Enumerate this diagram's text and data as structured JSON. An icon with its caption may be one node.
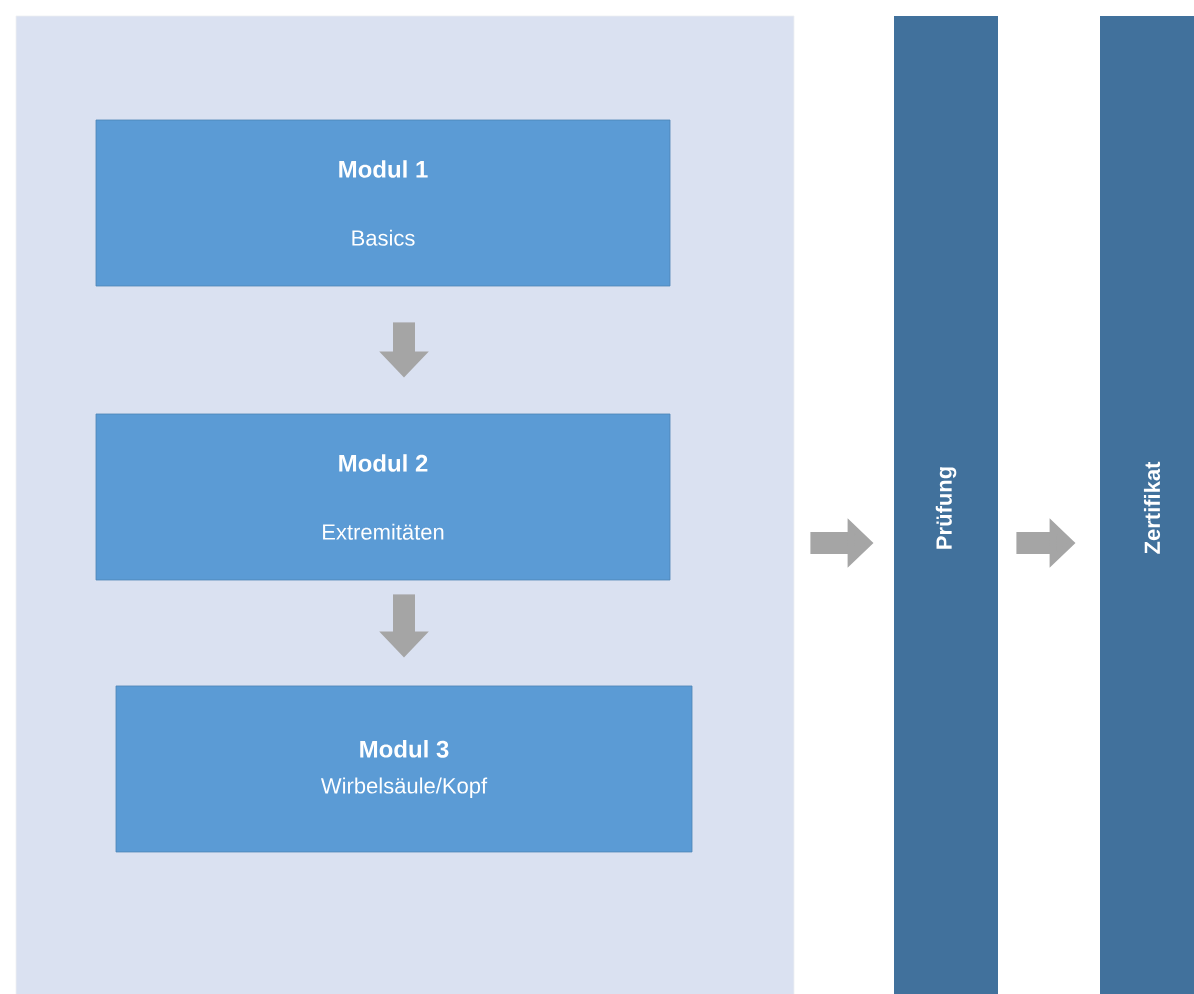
{
  "diagram": {
    "nodes": [
      {
        "text": [],
        "shape": "box"
      },
      {
        "text": [
          "Modul 1",
          "Basics"
        ],
        "in": 0
      },
      {
        "text": [
          "Modul 2",
          "Extremitäten"
        ],
        "in": 0
      },
      {
        "text": [
          "Modul 3",
          "Wirbelsäule/Kopf"
        ],
        "in": 0
      },
      {
        "text": [
          "Prüfung"
        ]
      },
      {
        "text": [
          "Zertifikat"
        ]
      }
    ],
    "edges": [
      {
        "from": 1,
        "to": 2,
        "arrow": "to"
      },
      {
        "from": 2,
        "to": 3,
        "arrow": "to"
      },
      {
        "from": 0,
        "to": 4,
        "arrow": "to"
      },
      {
        "from": 4,
        "to": 5,
        "arrow": "to"
      }
    ]
  }
}
